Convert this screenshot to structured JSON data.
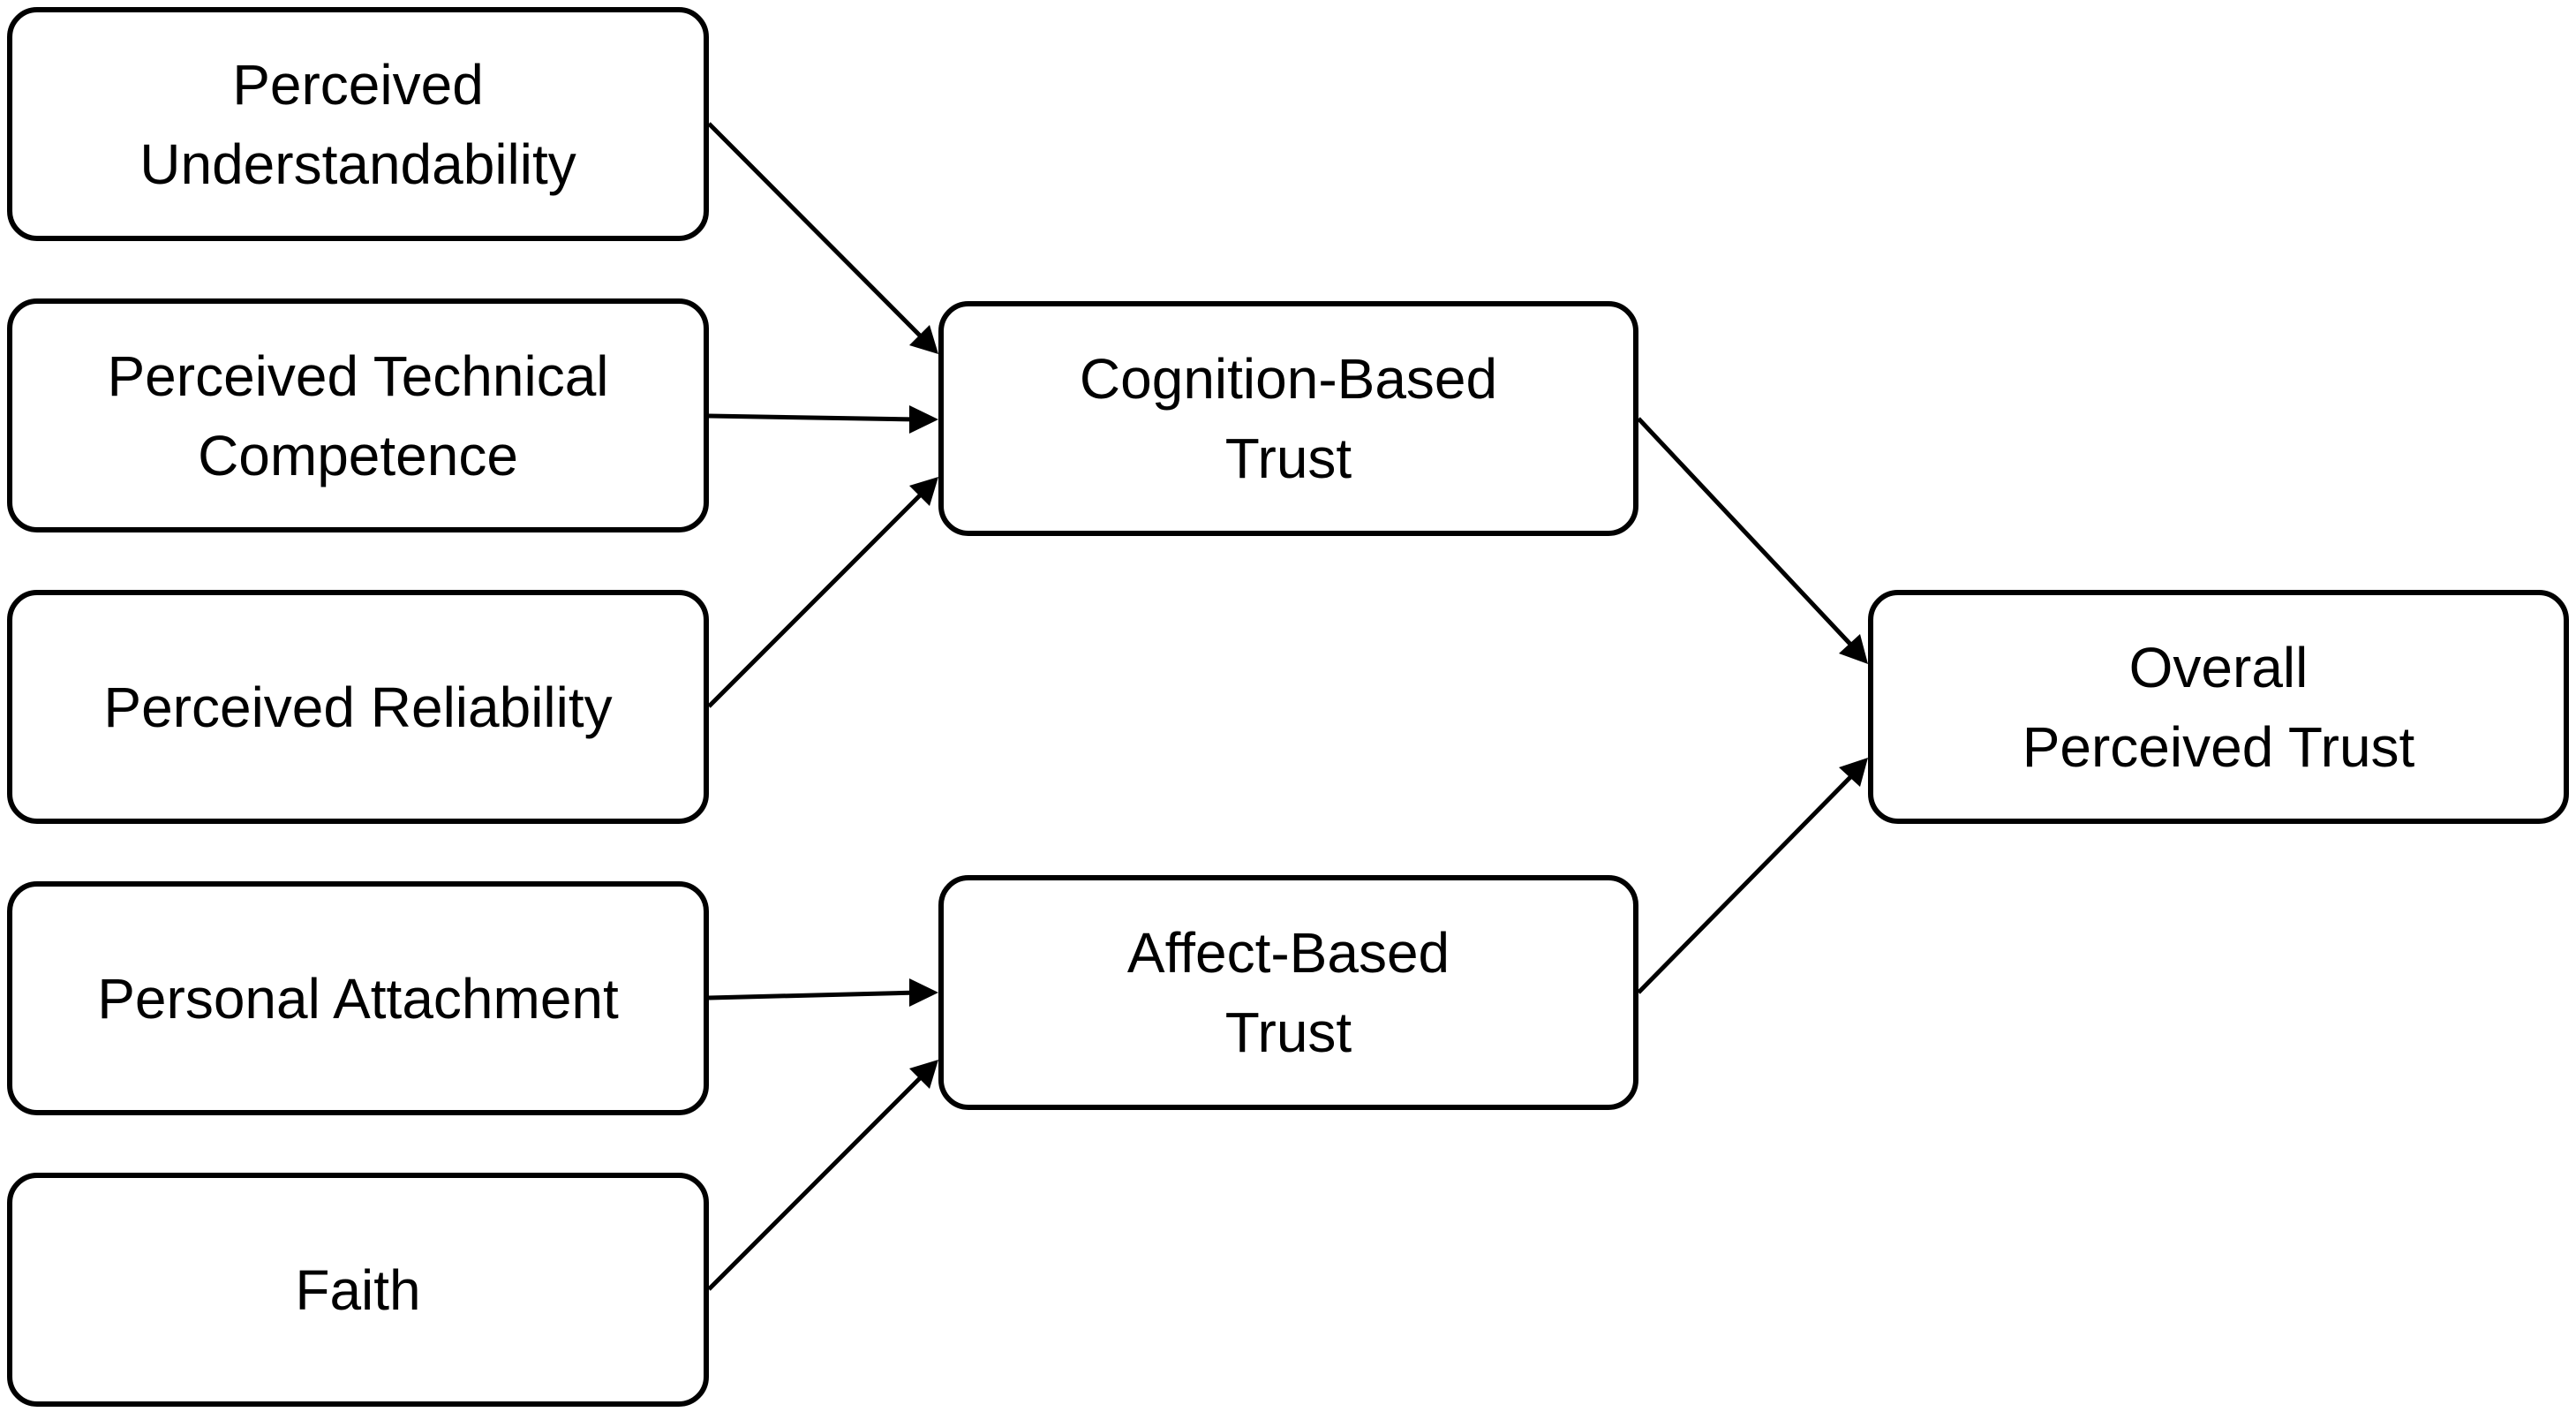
{
  "diagram": {
    "nodes": [
      {
        "id": "understandability",
        "label": "Perceived\nUnderstandability"
      },
      {
        "id": "technical",
        "label": "Perceived Technical\nCompetence"
      },
      {
        "id": "reliability",
        "label": "Perceived Reliability"
      },
      {
        "id": "attachment",
        "label": "Personal Attachment"
      },
      {
        "id": "faith",
        "label": "Faith"
      },
      {
        "id": "cognition",
        "label": "Cognition-Based\nTrust"
      },
      {
        "id": "affect",
        "label": "Affect-Based\nTrust"
      },
      {
        "id": "overall",
        "label": "Overall\nPerceived Trust"
      }
    ],
    "edges": [
      {
        "from": "understandability",
        "to": "cognition"
      },
      {
        "from": "technical",
        "to": "cognition"
      },
      {
        "from": "reliability",
        "to": "cognition"
      },
      {
        "from": "attachment",
        "to": "affect"
      },
      {
        "from": "faith",
        "to": "affect"
      },
      {
        "from": "cognition",
        "to": "overall"
      },
      {
        "from": "affect",
        "to": "overall"
      }
    ],
    "colors": {
      "stroke": "#000000",
      "fill": "#ffffff",
      "text": "#000000"
    }
  }
}
